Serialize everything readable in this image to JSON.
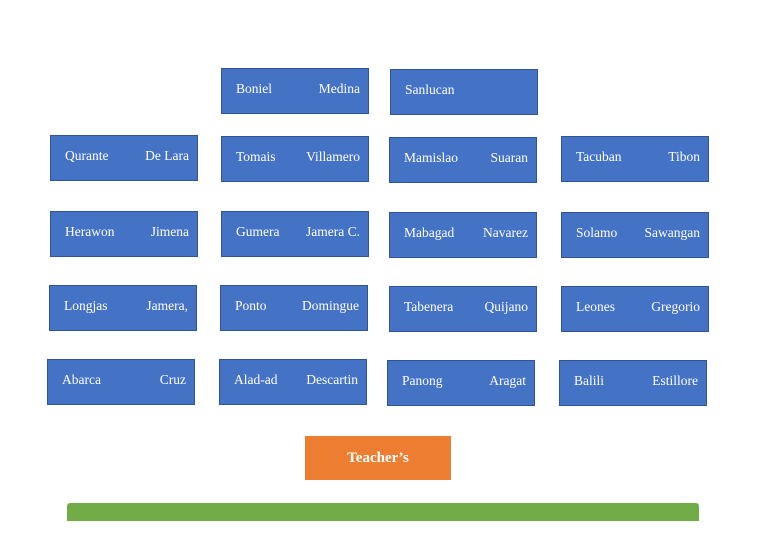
{
  "seats": [
    {
      "first": "Boniel",
      "second": "Medina"
    },
    {
      "first": "Sanlucan",
      "second": ""
    },
    {
      "first": "Qurante",
      "second": "De Lara"
    },
    {
      "first": "Tomais",
      "second": "Villamero"
    },
    {
      "first": "Mamislao",
      "second": "Suaran"
    },
    {
      "first": "Tacuban",
      "second": "Tibon"
    },
    {
      "first": "Herawon",
      "second": "Jimena"
    },
    {
      "first": "Gumera",
      "second": "Jamera C."
    },
    {
      "first": "Mabagad",
      "second": "Navarez"
    },
    {
      "first": "Solamo",
      "second": "Sawangan"
    },
    {
      "first": "Longjas",
      "second": "Jamera,"
    },
    {
      "first": "Ponto",
      "second": "Domingue"
    },
    {
      "first": "Tabenera",
      "second": "Quijano"
    },
    {
      "first": "Leones",
      "second": "Gregorio"
    },
    {
      "first": "Abarca",
      "second": "Cruz"
    },
    {
      "first": "Alad-ad",
      "second": "Descartin"
    },
    {
      "first": "Panong",
      "second": "Aragat"
    },
    {
      "first": "Balili",
      "second": "Estillore"
    }
  ],
  "teacher_label": "Teacher’s",
  "colors": {
    "seat": "#4472c4",
    "teacher": "#ed7d31",
    "board": "#70ad47"
  }
}
